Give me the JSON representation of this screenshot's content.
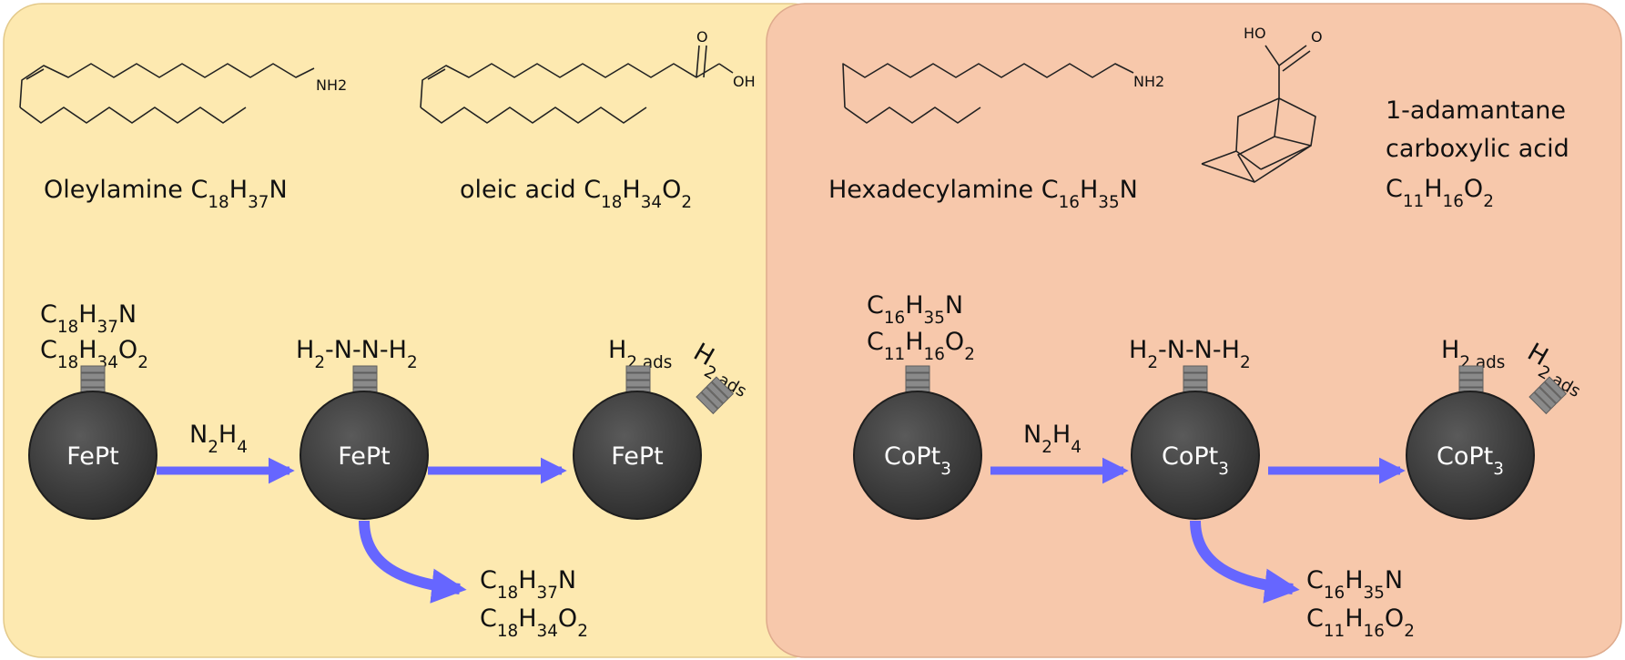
{
  "colors": {
    "left_panel": "#fde9b0",
    "right_panel": "#f7c8ab",
    "particle": "#3a3a3a",
    "arrow": "#6666ff",
    "ligand_stack": "#8a8a8a"
  },
  "left_panel": {
    "molecules": [
      {
        "name": "Oleylamine",
        "formula": [
          [
            "C",
            ""
          ],
          [
            "18",
            "sub"
          ],
          [
            "H",
            ""
          ],
          [
            "37",
            "sub"
          ],
          [
            "N",
            ""
          ]
        ],
        "group_label": "NH2"
      },
      {
        "name": "oleic acid",
        "formula": [
          [
            "C",
            ""
          ],
          [
            "18",
            "sub"
          ],
          [
            "H",
            ""
          ],
          [
            "34",
            "sub"
          ],
          [
            "O",
            ""
          ],
          [
            "2",
            "sub"
          ]
        ],
        "group_label_o": "O",
        "group_label_oh": "OH"
      }
    ],
    "ligands": [
      [
        [
          "C",
          ""
        ],
        [
          "18",
          "sub"
        ],
        [
          "H",
          ""
        ],
        [
          "37",
          "sub"
        ],
        [
          "N",
          ""
        ]
      ],
      [
        [
          "C",
          ""
        ],
        [
          "18",
          "sub"
        ],
        [
          "H",
          ""
        ],
        [
          "34",
          "sub"
        ],
        [
          "O",
          ""
        ],
        [
          "2",
          "sub"
        ]
      ]
    ],
    "hydrazine_label": [
      [
        "H",
        ""
      ],
      [
        "2",
        "sub"
      ],
      [
        "-N-N-H",
        ""
      ],
      [
        "2",
        "sub"
      ]
    ],
    "reagent_label": [
      [
        "N",
        ""
      ],
      [
        "2",
        "sub"
      ],
      [
        "H",
        ""
      ],
      [
        "4",
        "sub"
      ]
    ],
    "h2ads_top": [
      [
        "H",
        ""
      ],
      [
        "2 ads",
        "sub"
      ]
    ],
    "h2ads_side": [
      [
        "H",
        ""
      ],
      [
        "2 ads",
        "sub"
      ]
    ],
    "particle_labels": [
      [
        [
          "FePt",
          ""
        ]
      ],
      [
        [
          "FePt",
          ""
        ]
      ],
      [
        [
          "FePt",
          ""
        ]
      ]
    ],
    "released": [
      [
        [
          "C",
          ""
        ],
        [
          "18",
          "sub"
        ],
        [
          "H",
          ""
        ],
        [
          "37",
          "sub"
        ],
        [
          "N",
          ""
        ]
      ],
      [
        [
          "C",
          ""
        ],
        [
          "18",
          "sub"
        ],
        [
          "H",
          ""
        ],
        [
          "34",
          "sub"
        ],
        [
          "O",
          ""
        ],
        [
          "2",
          "sub"
        ]
      ]
    ]
  },
  "right_panel": {
    "molecules": [
      {
        "name": "Hexadecylamine",
        "formula": [
          [
            "C",
            ""
          ],
          [
            "16",
            "sub"
          ],
          [
            "H",
            ""
          ],
          [
            "35",
            "sub"
          ],
          [
            "N",
            ""
          ]
        ],
        "group_label": "NH2"
      },
      {
        "name_lines": [
          "1-adamantane",
          "carboxylic acid"
        ],
        "formula": [
          [
            "C",
            ""
          ],
          [
            "11",
            "sub"
          ],
          [
            "H",
            ""
          ],
          [
            "16",
            "sub"
          ],
          [
            "O",
            ""
          ],
          [
            "2",
            "sub"
          ]
        ],
        "group_label_ho": "HO",
        "group_label_o": "O"
      }
    ],
    "ligands": [
      [
        [
          "C",
          ""
        ],
        [
          "16",
          "sub"
        ],
        [
          "H",
          ""
        ],
        [
          "35",
          "sub"
        ],
        [
          "N",
          ""
        ]
      ],
      [
        [
          "C",
          ""
        ],
        [
          "11",
          "sub"
        ],
        [
          "H",
          ""
        ],
        [
          "16",
          "sub"
        ],
        [
          "O",
          ""
        ],
        [
          "2",
          "sub"
        ]
      ]
    ],
    "hydrazine_label": [
      [
        "H",
        ""
      ],
      [
        "2",
        "sub"
      ],
      [
        "-N-N-H",
        ""
      ],
      [
        "2",
        "sub"
      ]
    ],
    "reagent_label": [
      [
        "N",
        ""
      ],
      [
        "2",
        "sub"
      ],
      [
        "H",
        ""
      ],
      [
        "4",
        "sub"
      ]
    ],
    "h2ads_top": [
      [
        "H",
        ""
      ],
      [
        "2 ads",
        "sub"
      ]
    ],
    "h2ads_side": [
      [
        "H",
        ""
      ],
      [
        "2 ads",
        "sub"
      ]
    ],
    "particle_labels": [
      [
        [
          "CoPt",
          ""
        ],
        [
          "3",
          "sub"
        ]
      ],
      [
        [
          "CoPt",
          ""
        ],
        [
          "3",
          "sub"
        ]
      ],
      [
        [
          "CoPt",
          ""
        ],
        [
          "3",
          "sub"
        ]
      ]
    ],
    "released": [
      [
        [
          "C",
          ""
        ],
        [
          "16",
          "sub"
        ],
        [
          "H",
          ""
        ],
        [
          "35",
          "sub"
        ],
        [
          "N",
          ""
        ]
      ],
      [
        [
          "C",
          ""
        ],
        [
          "11",
          "sub"
        ],
        [
          "H",
          ""
        ],
        [
          "16",
          "sub"
        ],
        [
          "O",
          ""
        ],
        [
          "2",
          "sub"
        ]
      ]
    ]
  }
}
